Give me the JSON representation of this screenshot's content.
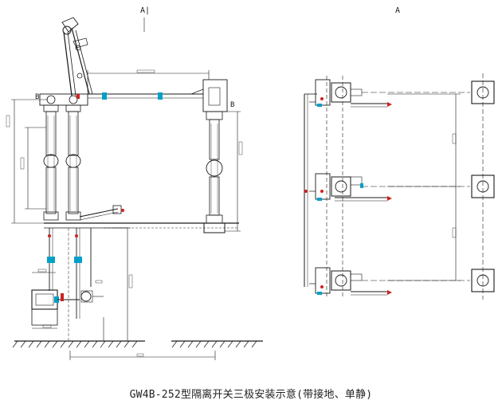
{
  "caption": "GW4B-252型隔离开关三极安装示意(带接地、单静)",
  "view_labels": {
    "left": "A|",
    "right": "A"
  },
  "side_labels": {
    "left_b": "B",
    "right_b": "B"
  },
  "colors": {
    "line": "#1a1a1a",
    "cyan": "#00a0c8",
    "red": "#d02020",
    "dim": "#333333"
  }
}
